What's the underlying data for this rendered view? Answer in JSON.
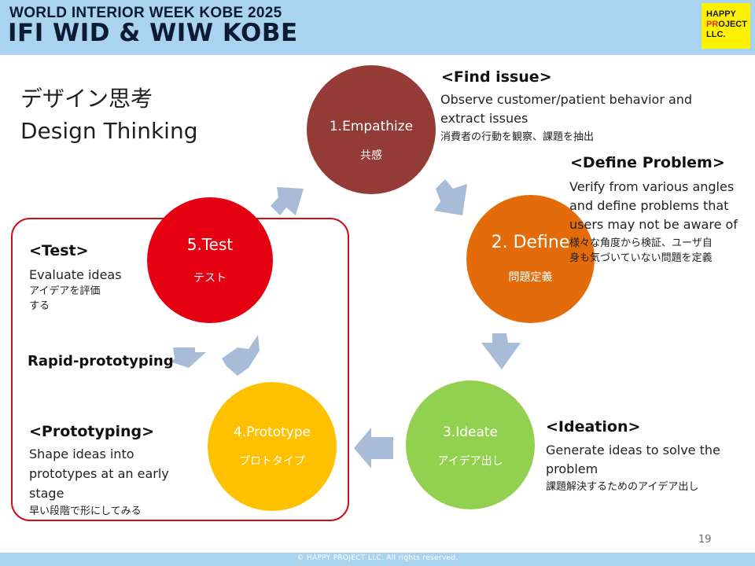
{
  "header": {
    "line1": "WORLD INTERIOR WEEK KOBE 2025",
    "line2": "IFI WID & WIW KOBE",
    "logo": {
      "line1": "HAPPY",
      "line2_a": "PR",
      "line2_b": "OJECT",
      "line3": "LLC."
    }
  },
  "title": {
    "ja": "デザイン思考",
    "en": "Design Thinking"
  },
  "steps": [
    {
      "label": "1.Empathize",
      "sub": "共感",
      "color": "#943a37"
    },
    {
      "label": "2. Define",
      "sub": "問題定義",
      "color": "#e36b0a"
    },
    {
      "label": "3.Ideate",
      "sub": "アイデア出し",
      "color": "#92d050"
    },
    {
      "label": "4.Prototype",
      "sub": "プロトタイプ",
      "color": "#ffc000"
    },
    {
      "label": "5.Test",
      "sub": "テスト",
      "color": "#e50012"
    }
  ],
  "find_issue": {
    "heading": "<Find issue>",
    "en_1": "Observe customer/patient behavior and",
    "en_2": "extract issues",
    "ja": "消費者の行動を観察、課題を抽出"
  },
  "define_problem": {
    "heading": "<Define Problem>",
    "en_1": "Verify from various angles",
    "en_2": "and define problems that",
    "en_3": "users may not be aware of",
    "ja_1": "様々な角度から検証、ユーザ自",
    "ja_2": "身も気づいていない問題を定義"
  },
  "ideation": {
    "heading": "<Ideation>",
    "en_1": "Generate ideas to solve the",
    "en_2": "problem",
    "ja": "課題解決するためのアイデア出し"
  },
  "test": {
    "heading": "<Test>",
    "en": "Evaluate ideas",
    "ja_1": "アイデアを評価",
    "ja_2": "する"
  },
  "rapid": "Rapid-prototyping",
  "prototyping": {
    "heading": "<Prototyping>",
    "en_1": "Shape ideas into",
    "en_2": "prototypes at an early",
    "en_3": "stage",
    "ja": "早い段階で形にしてみる"
  },
  "page_number": "19",
  "footer": "© HAPPY PROJECT LLC. All rights reserved.",
  "colors": {
    "header_bg": "#a9d3ef",
    "arrow": "#a8bcd8",
    "frame": "#c8111b",
    "logo_bg": "#fff200"
  }
}
